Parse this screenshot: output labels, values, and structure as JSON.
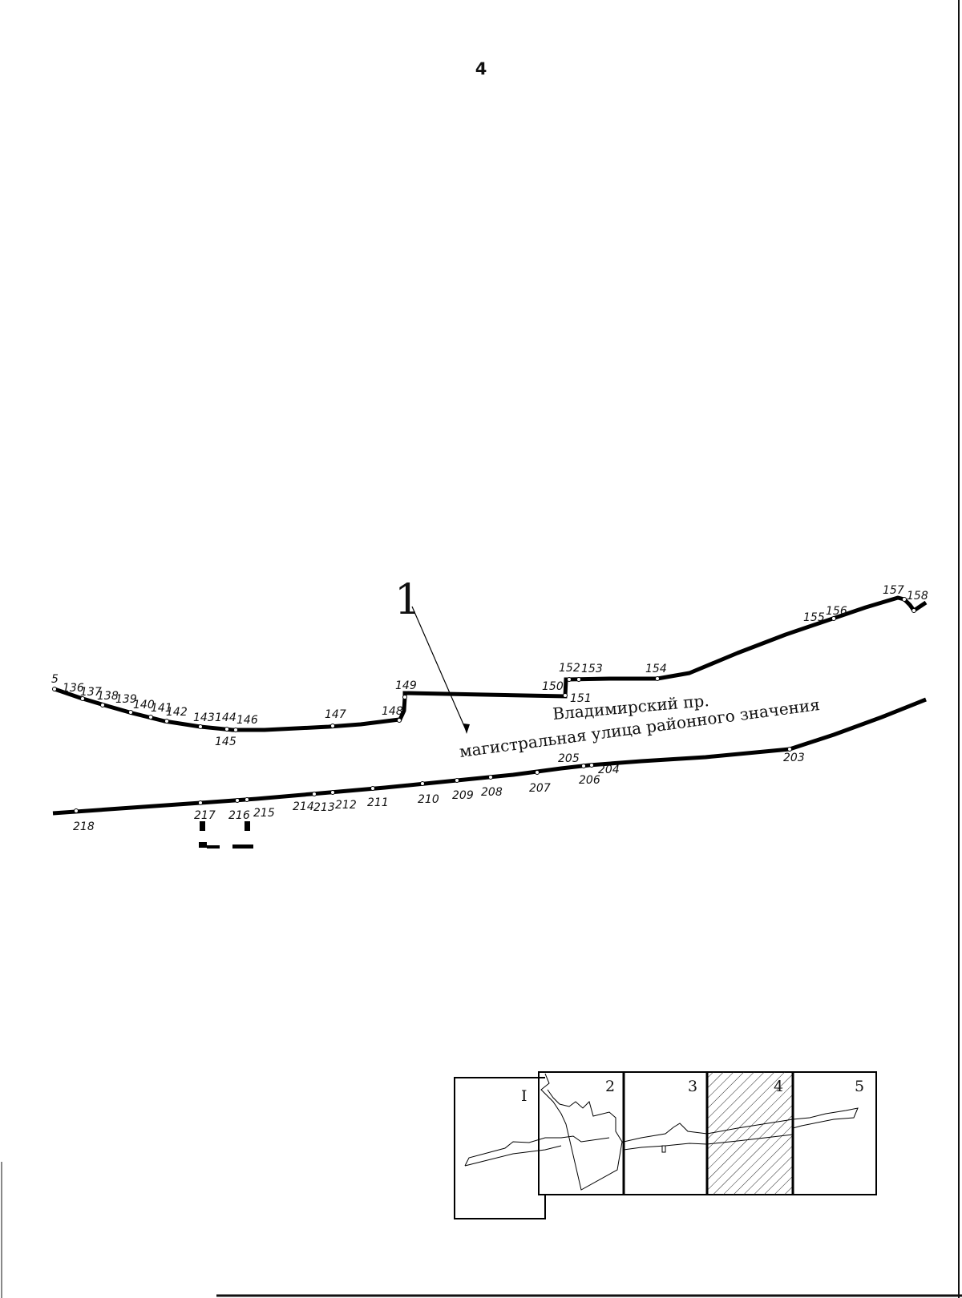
{
  "page_number": "4",
  "callout_number": "1",
  "street": {
    "name": "Владимирский пр.",
    "category": "магистральная улица районного значения"
  },
  "north_boundary_points": [
    "5",
    "136",
    "137",
    "138",
    "139",
    "140",
    "141",
    "142",
    "143",
    "144",
    "145",
    "146",
    "147",
    "148",
    "149",
    "150",
    "151",
    "152",
    "153",
    "154",
    "155",
    "156",
    "157",
    "158"
  ],
  "south_boundary_points": [
    "203",
    "204",
    "205",
    "206",
    "207",
    "208",
    "209",
    "210",
    "211",
    "212",
    "213",
    "214",
    "215",
    "216",
    "217",
    "218"
  ],
  "key_map": {
    "sheets": [
      "I",
      "2",
      "3",
      "4",
      "5"
    ],
    "highlighted_sheet": "4"
  }
}
